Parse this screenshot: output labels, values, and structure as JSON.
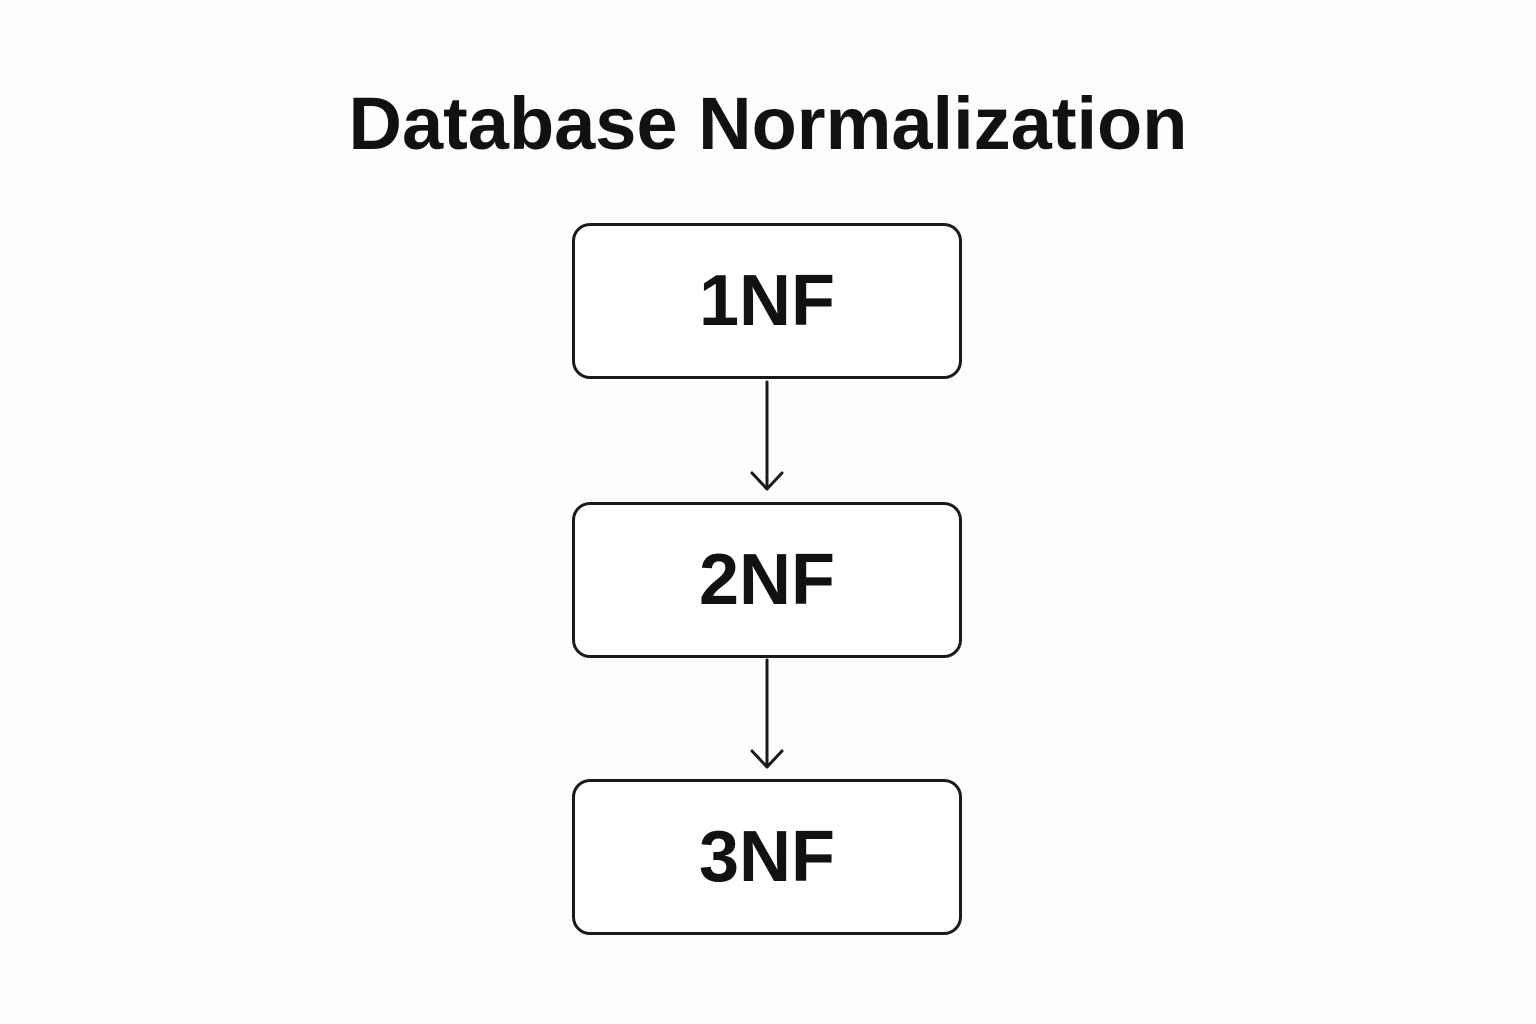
{
  "title": "Database Normalization",
  "stages": [
    {
      "label": "1NF"
    },
    {
      "label": "2NF"
    },
    {
      "label": "3NF"
    }
  ],
  "colors": {
    "background": "#fdfdfd",
    "stroke": "#1a1a1a",
    "text": "#111111"
  },
  "icons": {
    "connector": "arrow-down-icon"
  }
}
